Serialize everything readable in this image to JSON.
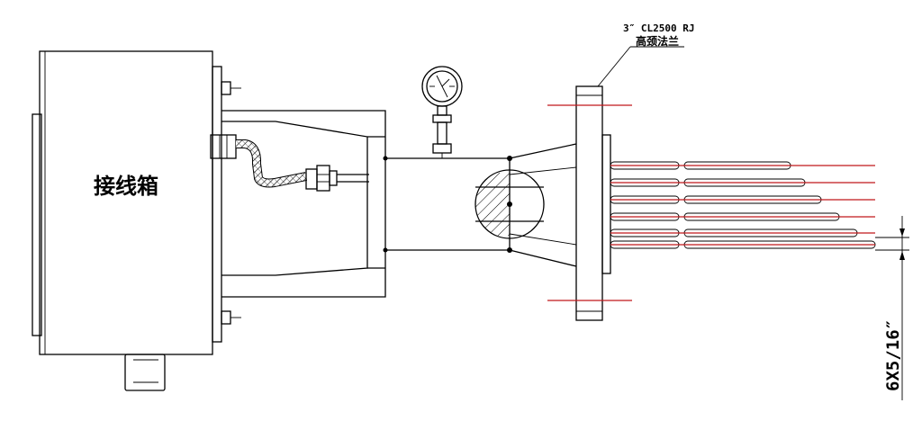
{
  "labels": {
    "junction_box": "接线箱",
    "flange_spec": "3″ CL2500 RJ",
    "flange_type": "高颈法兰",
    "element_dimension": "6X5/16″"
  },
  "colors": {
    "outline": "#000000",
    "centerline": "#c0181b",
    "background": "#ffffff"
  },
  "element_count": 6
}
